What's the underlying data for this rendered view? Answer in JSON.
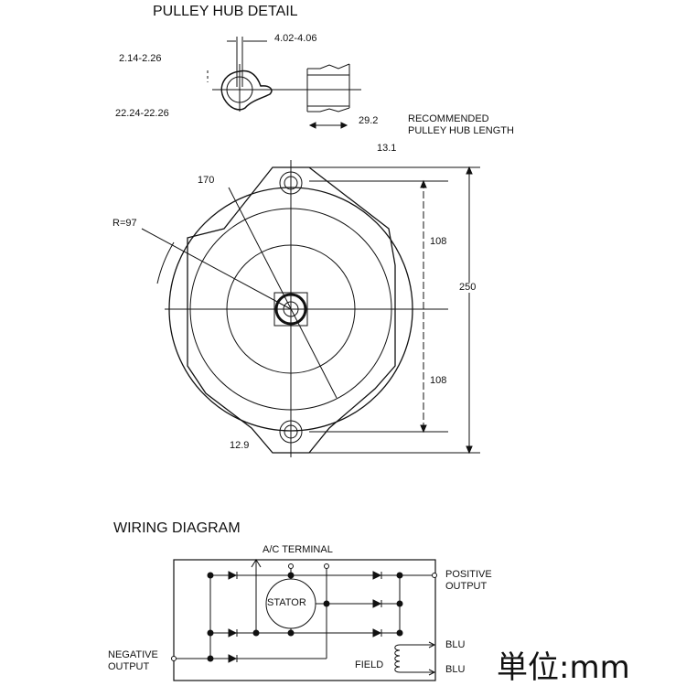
{
  "pulley_hub": {
    "title": "PULLEY HUB DETAIL",
    "dims": [
      "4.02-4.06",
      "2.14-2.26",
      "22.24-22.26",
      "29.2",
      "13.1"
    ],
    "note_line1": "RECOMMENDED",
    "note_line2": "PULLEY HUB LENGTH"
  },
  "main_view": {
    "dims": {
      "d170": "170",
      "radius": "R=97",
      "d108_top": "108",
      "d108_bottom": "108",
      "d250": "250",
      "d12_9": "12.9"
    }
  },
  "wiring": {
    "title": "WIRING DIAGRAM",
    "ac_terminal": "A/C TERMINAL",
    "stator": "STATOR",
    "positive_1": "POSITIVE",
    "positive_2": "OUTPUT",
    "negative_1": "NEGATIVE",
    "negative_2": "OUTPUT",
    "field": "FIELD",
    "blu1": "BLU",
    "blu2": "BLU"
  },
  "unit_label": "単位:mm"
}
